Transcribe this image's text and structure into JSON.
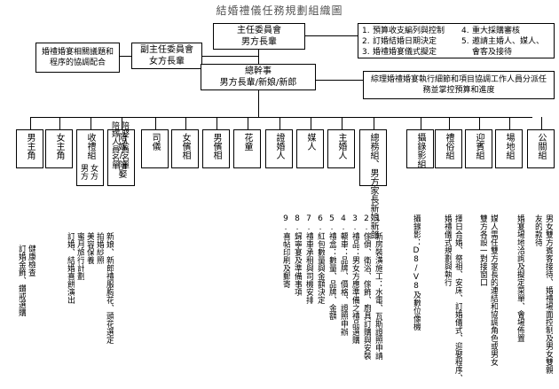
{
  "title": "結婚禮儀任務規劃組織圖",
  "chair": {
    "line1": "主任委員會",
    "line2": "男方長輩"
  },
  "vice_chair": {
    "line1": "副主任委員會",
    "line2": "女方長輩"
  },
  "coordination": "婚禮婚宴相關議題和程序的協調配合",
  "chair_duties": [
    {
      "num": "1.",
      "text": "預算收支編列與控制"
    },
    {
      "num": "4.",
      "text": "重大採購審核"
    },
    {
      "num": "2.",
      "text": "訂婚結婚日期決定"
    },
    {
      "num": "5.",
      "text": "邀請主婚人、媒人、"
    },
    {
      "num": "3.",
      "text": "婚禮婚宴儀式擬定"
    },
    {
      "num": "",
      "text": "會客及接待"
    }
  ],
  "secretary": {
    "line1": "總幹事",
    "line2": "男方長輩/新娘/新郎"
  },
  "secretary_duty": "綜理婚禮婚宴執行細節和項目協調工作人員分派任務並掌控預算和進度",
  "units": [
    "男主角",
    "女主角",
    "收禮組 男方 女方",
    "陪嫁/陪娶 陪嫁人員名單 陪娶人員名單",
    "司儀",
    "女儐相",
    "男儐相",
    "花童",
    "證婚人",
    "媒人",
    "主婚人",
    "總務組 男方家長 新娘 新郎",
    "攝錄影組",
    "禮俗組",
    "迎賓組",
    "場地組",
    "公關組"
  ],
  "unit_cols": [
    {
      "name": "男主角",
      "sub": []
    },
    {
      "name": "女主角",
      "sub": []
    },
    {
      "name": "收禮組",
      "sub": [
        "男方",
        "女方"
      ]
    },
    {
      "name": "陪嫁/陪娶",
      "sub": [
        "陪嫁人員名單",
        "陪娶人員名單"
      ]
    },
    {
      "name": "司儀",
      "sub": []
    },
    {
      "name": "女儐相",
      "sub": []
    },
    {
      "name": "男儐相",
      "sub": []
    },
    {
      "name": "花童",
      "sub": []
    },
    {
      "name": "證婚人",
      "sub": []
    },
    {
      "name": "媒人",
      "sub": []
    },
    {
      "name": "主婚人",
      "sub": []
    },
    {
      "name": "總務組、男方家長新娘新郎",
      "sub": []
    },
    {
      "name": "攝錄影組",
      "sub": []
    },
    {
      "name": "禮俗組",
      "sub": []
    },
    {
      "name": "迎賓組",
      "sub": []
    },
    {
      "name": "場地組",
      "sub": []
    },
    {
      "name": "公關組",
      "sub": []
    }
  ],
  "groom_tasks": [
    "健康檢查",
    "訂婚金飾、鑽戒選購"
  ],
  "bride_tasks": [
    "新娘、新郎禮服胸花、頭花選定",
    "拍婚紗照",
    "美容保養",
    "蜜月旅行計劃",
    "訂婚、結婚喜餅演出"
  ],
  "general_tasks": [
    "1.新房裝潢施工：水電、瓦斯證照申請",
    "2.傢俱、衛浴、傢飾、廚具訂購與安裝",
    "3.禮品：男女方應準備之禮品選購",
    "4.轎車：品牌、價格、證照申辦",
    "5.禮盒：數量、品牌、金額",
    "6.紅包數量與金額決定",
    "7.禮車承租與司機安排",
    "8.歸寧宴及準備事項",
    "9.喜帖印刷及郵寄"
  ],
  "video_task": "攝錄影：D8/V8及數位像機",
  "etiquette_task": [
    "擇日合婚、祭祖、安床、訂婚儀式、迎娶程序、",
    "婚禮儀式規劃與執行"
  ],
  "welcome_task": [
    "媒人需任雙方家長的連結和協調角色或男女",
    "雙方各設一對接窗口"
  ],
  "venue_task": [
    "婚宴場地洽詢及擬定菜單、會場佈置"
  ],
  "pr_task": [
    "男女雙方賓客接待、婚禮場面控制及男女雙親",
    "友的款待"
  ]
}
